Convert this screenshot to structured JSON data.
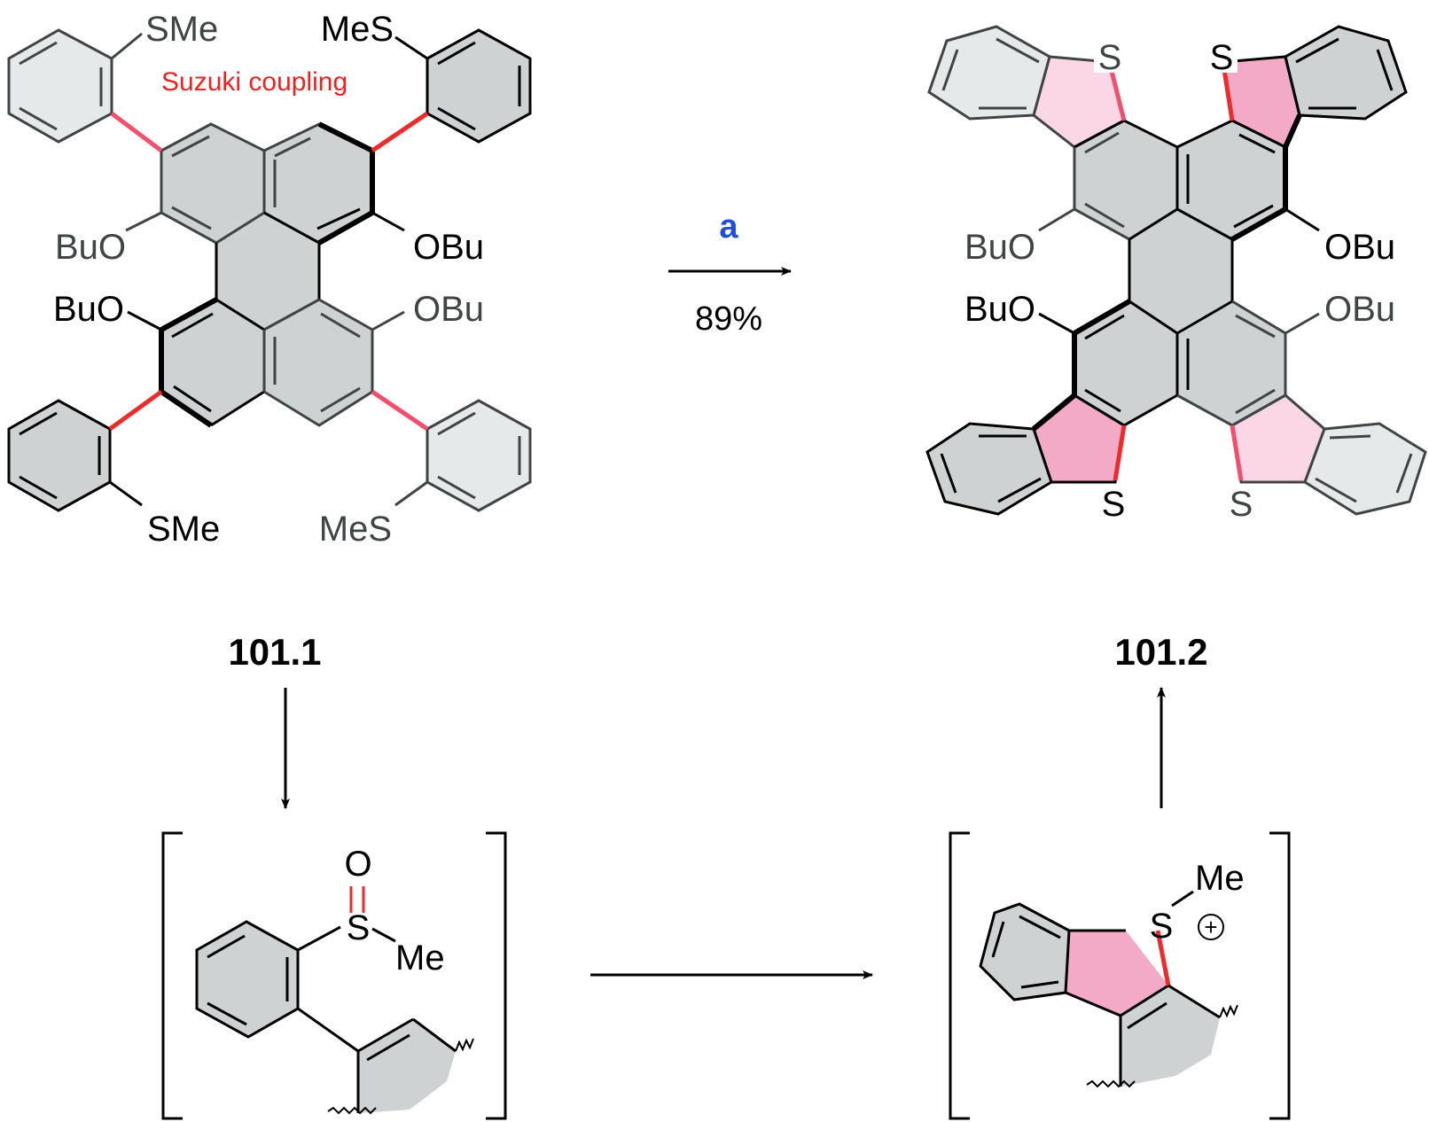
{
  "colors": {
    "ring_gray": "#cfd2d2",
    "ring_light": "#e6e9e9",
    "ring_pink": "#f2aac6",
    "ring_pink_light": "#fbd6e4",
    "bond_dark": "#000000",
    "bond_gray": "#3f4444",
    "bond_red": "#ee2a2a",
    "bond_pink": "#f0506e",
    "text_red": "#ee2222",
    "text_blue": "#1f4fe0"
  },
  "reactant": {
    "annotation": "Suzuki coupling",
    "sme": "SMe",
    "mes": "MeS",
    "obu": "OBu",
    "buo": "BuO"
  },
  "reaction": {
    "reagent": "a",
    "yield": "89%"
  },
  "product": {
    "s": "S",
    "obu": "OBu",
    "buo": "BuO"
  },
  "compounds": {
    "reactant_id": "101.1",
    "product_id": "101.2"
  },
  "intermediate_1": {
    "o": "O",
    "s": "S",
    "me": "Me"
  },
  "intermediate_2": {
    "s": "S",
    "me": "Me",
    "charge": "+"
  }
}
